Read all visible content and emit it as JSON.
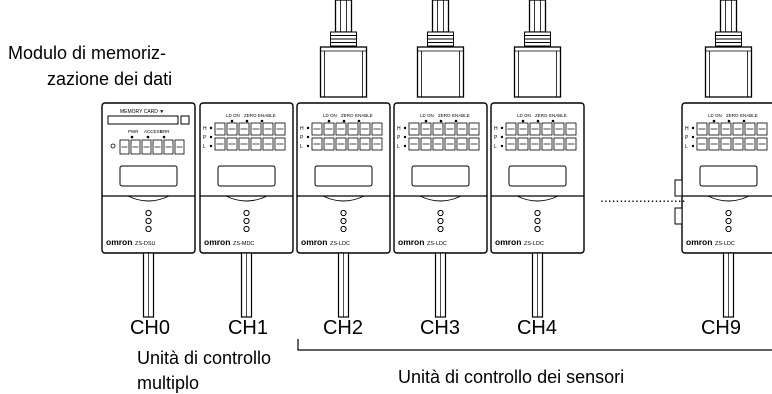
{
  "labels": {
    "storage_module_line1": "Modulo di memoriz-",
    "storage_module_line2": "zazione dei dati",
    "multi_controller_line1": "Unità di controllo",
    "multi_controller_line2": "multiplo",
    "sensor_controllers": "Unità di controllo dei sensori"
  },
  "units": [
    {
      "channel": "CH0",
      "brand": "omron",
      "model": "ZS-DSU",
      "type": "storage",
      "card_label": "MEMORY CARD ▼",
      "status_labels": [
        "PWR",
        "ACCESS",
        "ERR"
      ]
    },
    {
      "channel": "CH1",
      "brand": "omron",
      "model": "ZS-MDC",
      "type": "controller",
      "indicators": [
        "LD ON",
        "ZERO",
        "ENABLE"
      ],
      "rows": [
        "H",
        "P",
        "L"
      ]
    },
    {
      "channel": "CH2",
      "brand": "omron",
      "model": "ZS-LDC",
      "type": "controller",
      "indicators": [
        "LD ON",
        "ZERO",
        "ENABLE"
      ],
      "rows": [
        "H",
        "P",
        "L"
      ]
    },
    {
      "channel": "CH3",
      "brand": "omron",
      "model": "ZS-LDC",
      "type": "controller",
      "indicators": [
        "LD ON",
        "ZERO",
        "ENABLE"
      ],
      "rows": [
        "H",
        "P",
        "L"
      ]
    },
    {
      "channel": "CH4",
      "brand": "omron",
      "model": "ZS-LDC",
      "type": "controller",
      "indicators": [
        "LD ON",
        "ZERO",
        "ENABLE"
      ],
      "rows": [
        "H",
        "P",
        "L"
      ]
    },
    {
      "channel": "CH9",
      "brand": "omron",
      "model": "ZS-LDC",
      "type": "controller",
      "indicators": [
        "LD ON",
        "ZERO",
        "ENABLE"
      ],
      "rows": [
        "H",
        "P",
        "L"
      ]
    }
  ],
  "separator": "......................"
}
